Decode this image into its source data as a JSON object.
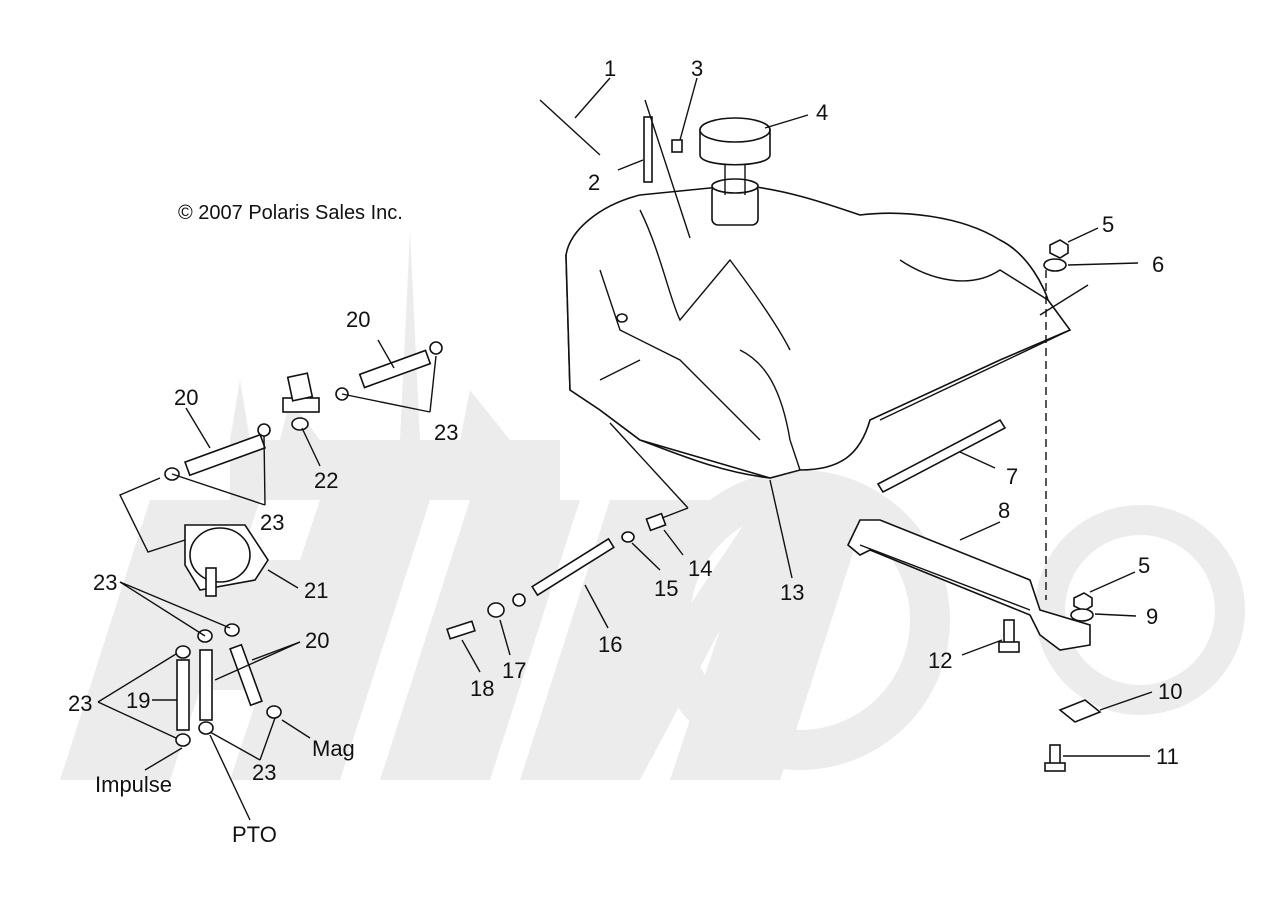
{
  "diagram": {
    "copyright": "© 2007 Polaris Sales Inc.",
    "callouts": {
      "c1": "1",
      "c2": "2",
      "c3": "3",
      "c4": "4",
      "c5a": "5",
      "c5b": "5",
      "c6": "6",
      "c7": "7",
      "c8": "8",
      "c9": "9",
      "c10": "10",
      "c11": "11",
      "c12": "12",
      "c13": "13",
      "c14": "14",
      "c15": "15",
      "c16": "16",
      "c17": "17",
      "c18": "18",
      "c19": "19",
      "c20a": "20",
      "c20b": "20",
      "c20c": "20",
      "c21": "21",
      "c22": "22",
      "c23a": "23",
      "c23b": "23",
      "c23c": "23",
      "c23d": "23",
      "c23e": "23"
    },
    "port_labels": {
      "impulse": "Impulse",
      "pto": "PTO",
      "mag": "Mag"
    },
    "colors": {
      "line": "#111111",
      "watermark": "#ececec",
      "background": "#ffffff"
    }
  }
}
